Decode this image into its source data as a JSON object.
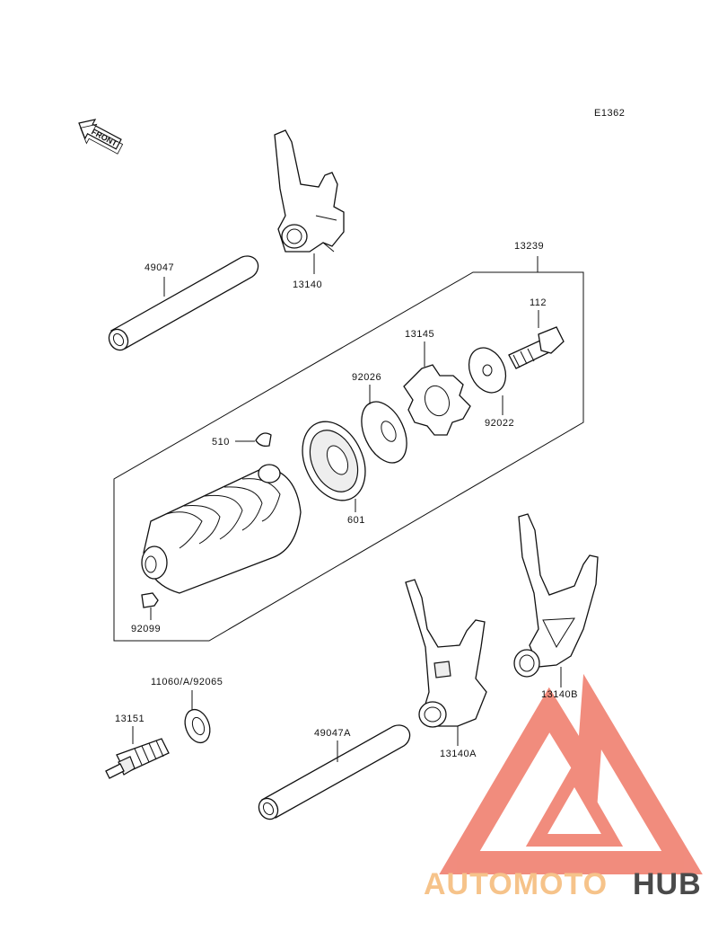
{
  "code": "E1362",
  "front_label": "FRONT",
  "parts": {
    "p13239": "13239",
    "p112": "112",
    "p13145": "13145",
    "p92026": "92026",
    "p92022": "92022",
    "p510": "510",
    "p601": "601",
    "p92099": "92099",
    "p49047": "49047",
    "p13140": "13140",
    "p13140B": "13140B",
    "p13140A": "13140A",
    "p49047A": "49047A",
    "p11060": "11060/A/92065",
    "p13151": "13151"
  },
  "watermark": {
    "part1": "AUTOMOTO",
    "part2": "HUB",
    "color_primary": "#f08070",
    "color_secondary": "#f6c38a",
    "color_dark": "#4a4a4a"
  }
}
